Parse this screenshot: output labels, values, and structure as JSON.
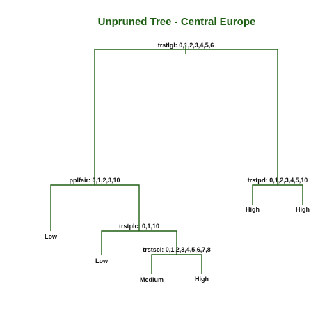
{
  "title": "Unpruned Tree - Central Europe",
  "colors": {
    "title": "#1f5f14",
    "edges": "#1f5f14",
    "text": "#111111"
  },
  "nodes": {
    "root": {
      "label": "trstlgl: 0,1,2,3,4,5,6"
    },
    "left": {
      "label": "pplfair: 0,1,2,3,10"
    },
    "right": {
      "label": "trstprl: 0,1,2,3,4,5,10"
    },
    "left_leaf": {
      "label": "Low"
    },
    "left_right": {
      "label": "trstplc: 0,1,10"
    },
    "lr_leaf": {
      "label": "Low"
    },
    "lrr": {
      "label": "trstsci: 0,1,2,3,4,5,6,7,8"
    },
    "lrr_left": {
      "label": "Medium"
    },
    "lrr_right": {
      "label": "High"
    },
    "right_left": {
      "label": "High"
    },
    "right_right": {
      "label": "High"
    }
  }
}
